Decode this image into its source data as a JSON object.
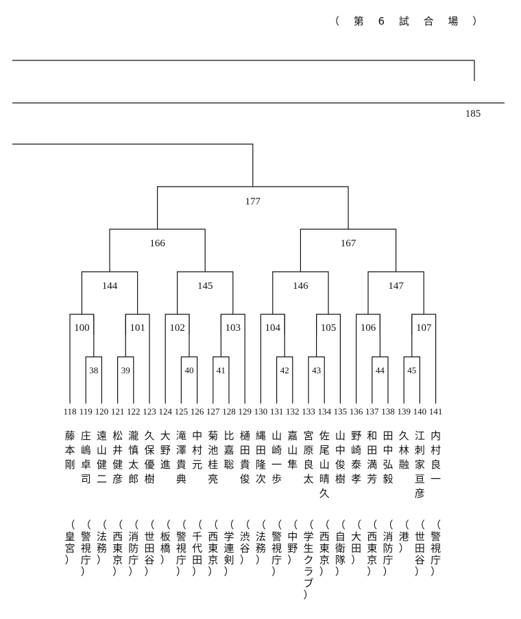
{
  "header": {
    "title": "（ 第 6 試 合 場 ）"
  },
  "final": {
    "number": "185"
  },
  "semi_number": "177",
  "quarter_numbers": [
    "166",
    "167"
  ],
  "round3_numbers": [
    "144",
    "145",
    "146",
    "147"
  ],
  "round2_numbers": [
    "100",
    "101",
    "102",
    "103",
    "104",
    "105",
    "106",
    "107"
  ],
  "round1_numbers": [
    "38",
    "39",
    "40",
    "41",
    "42",
    "43",
    "44",
    "45"
  ],
  "entrants": [
    {
      "seed": "118",
      "name": "藤本剛",
      "affil": "皇宮"
    },
    {
      "seed": "119",
      "name": "庄嶋卓司",
      "affil": "警視庁"
    },
    {
      "seed": "120",
      "name": "遠山健二",
      "affil": "法務"
    },
    {
      "seed": "121",
      "name": "松井健彦",
      "affil": "西東京"
    },
    {
      "seed": "122",
      "name": "瀧慎太郎",
      "affil": "消防庁"
    },
    {
      "seed": "123",
      "name": "久保優樹",
      "affil": "世田谷"
    },
    {
      "seed": "124",
      "name": "大野進",
      "affil": "板橋"
    },
    {
      "seed": "125",
      "name": "滝澤貴典",
      "affil": "警視庁"
    },
    {
      "seed": "126",
      "name": "中村元",
      "affil": "千代田"
    },
    {
      "seed": "127",
      "name": "菊池桂亮",
      "affil": "西東京"
    },
    {
      "seed": "128",
      "name": "比嘉聡",
      "affil": "学連剣"
    },
    {
      "seed": "129",
      "name": "樋田貴俊",
      "affil": "渋谷"
    },
    {
      "seed": "130",
      "name": "縄田隆次",
      "affil": "法務"
    },
    {
      "seed": "131",
      "name": "山崎一歩",
      "affil": "警視庁"
    },
    {
      "seed": "132",
      "name": "嘉山隼",
      "affil": "中野"
    },
    {
      "seed": "133",
      "name": "宮原良太",
      "affil": "学生クラブ"
    },
    {
      "seed": "134",
      "name": "佐尾山晴久",
      "affil": "西東京"
    },
    {
      "seed": "135",
      "name": "山中俊樹",
      "affil": "自衛隊"
    },
    {
      "seed": "136",
      "name": "野崎泰孝",
      "affil": "大田"
    },
    {
      "seed": "137",
      "name": "和田満芳",
      "affil": "西東京"
    },
    {
      "seed": "138",
      "name": "田中弘毅",
      "affil": "消防庁"
    },
    {
      "seed": "139",
      "name": "久林融",
      "affil": "港"
    },
    {
      "seed": "140",
      "name": "江刺家亘彦",
      "affil": "世田谷"
    },
    {
      "seed": "141",
      "name": "内村良一",
      "affil": "警視庁"
    }
  ]
}
